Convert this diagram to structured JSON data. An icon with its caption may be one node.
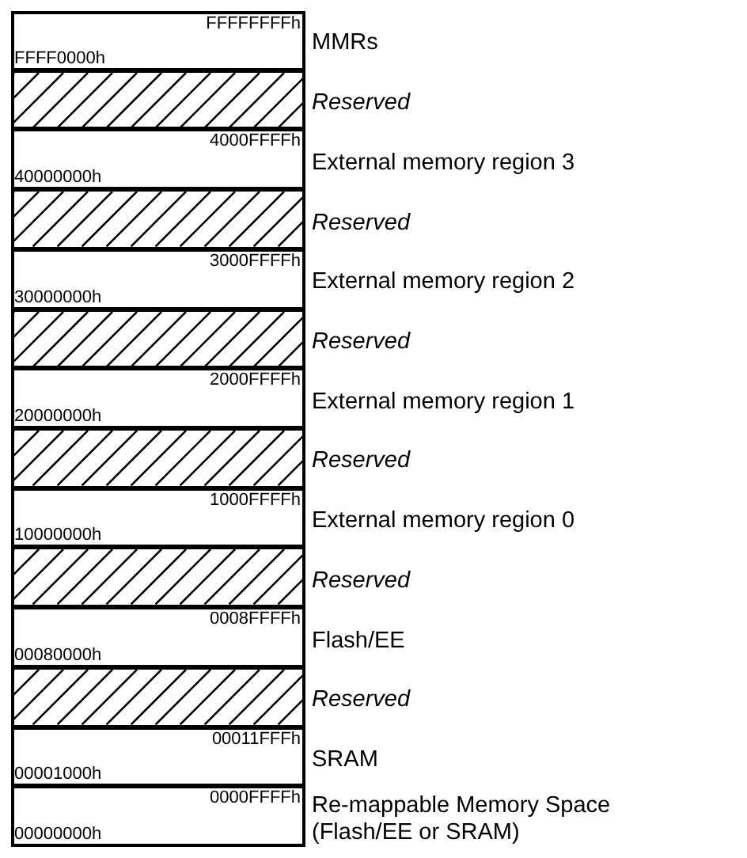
{
  "diagram": {
    "nodes": [
      {
        "text": [
          "FFFFFFFFh",
          "FFFF0000h"
        ],
        "beside": [
          "MMRs"
        ]
      },
      {
        "text": [],
        "shape": "box",
        "beside": [
          "Reserved"
        ]
      },
      {
        "text": [
          "4000FFFFh",
          "40000000h"
        ],
        "beside": [
          "External memory region 3"
        ]
      },
      {
        "text": [],
        "shape": "box",
        "beside": [
          "Reserved"
        ]
      },
      {
        "text": [
          "3000FFFFh",
          "30000000h"
        ],
        "beside": [
          "External memory region 2"
        ]
      },
      {
        "text": [],
        "shape": "box",
        "beside": [
          "Reserved"
        ]
      },
      {
        "text": [
          "2000FFFFh",
          "20000000h"
        ],
        "beside": [
          "External memory region 1"
        ]
      },
      {
        "text": [],
        "shape": "box",
        "beside": [
          "Reserved"
        ]
      },
      {
        "text": [
          "1000FFFFh",
          "10000000h"
        ],
        "beside": [
          "External memory region 0"
        ]
      },
      {
        "text": [],
        "shape": "box",
        "beside": [
          "Reserved"
        ]
      },
      {
        "text": [
          "0008FFFFh",
          "00080000h"
        ],
        "beside": [
          "Flash/EE"
        ]
      },
      {
        "text": [],
        "shape": "box",
        "beside": [
          "Reserved"
        ]
      },
      {
        "text": [
          "00011FFFh",
          "00001000h"
        ],
        "beside": [
          "SRAM"
        ]
      },
      {
        "text": [
          "0000FFFFh",
          "00000000h"
        ],
        "beside": [
          "Re-mappable Memory Space (Flash/EE or SRAM)"
        ]
      }
    ]
  }
}
